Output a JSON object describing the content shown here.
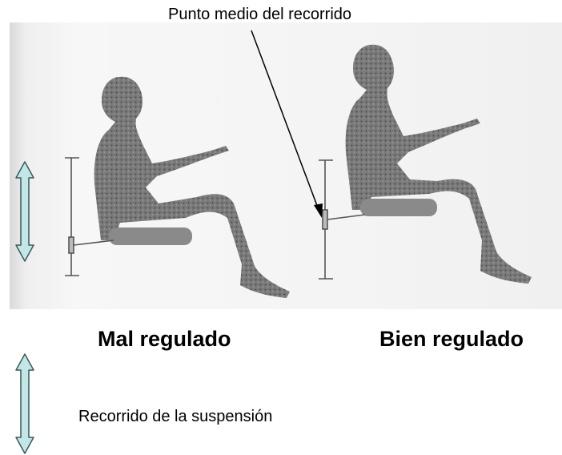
{
  "annotations": {
    "midpoint_label": "Punto medio del recorrido",
    "legend_label": "Recorrido de la suspensión"
  },
  "captions": {
    "bad": "Mal regulado",
    "good": "Bien regulado"
  },
  "colors": {
    "arrow_fill": "#c3e6e6",
    "arrow_stroke": "#3a5a5a",
    "figure": "#6c6c6c"
  }
}
